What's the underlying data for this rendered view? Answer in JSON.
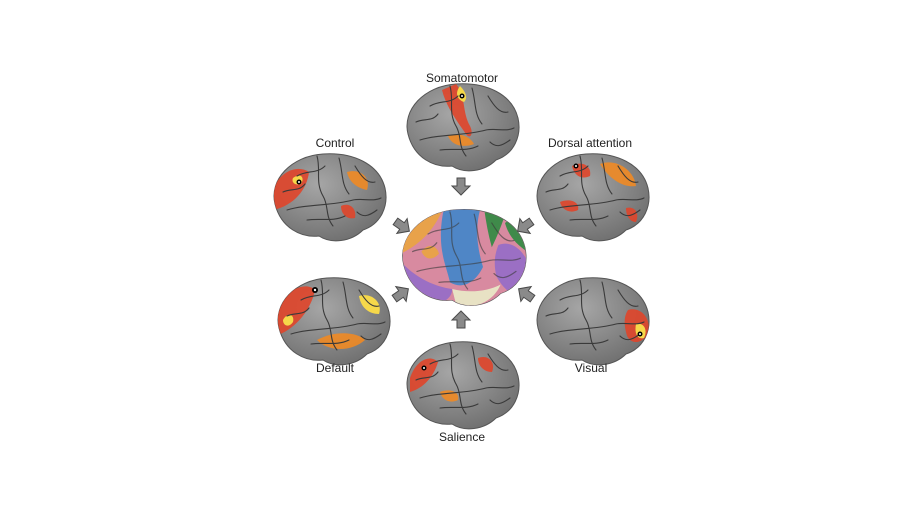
{
  "networks": {
    "somatomotor": {
      "label": "Somatomotor"
    },
    "control": {
      "label": "Control"
    },
    "dorsal_attention": {
      "label": "Dorsal attention"
    },
    "default": {
      "label": "Default"
    },
    "visual": {
      "label": "Visual"
    },
    "salience": {
      "label": "Salience"
    }
  },
  "colors": {
    "background": "#ffffff",
    "cortex": "#8c8c8c",
    "sulcus": "#3a3a3a",
    "activation_red": "#e0452a",
    "activation_orange": "#f08a24",
    "activation_yellow": "#f6d84a",
    "arrow_fill": "#8a8a8a",
    "parcel_blue": "#4f86c6",
    "parcel_purple": "#9b6fc4",
    "parcel_green": "#3f8a4a",
    "parcel_orange": "#e8a24a",
    "parcel_pink": "#d88aa0",
    "parcel_cream": "#e8e2c4"
  }
}
